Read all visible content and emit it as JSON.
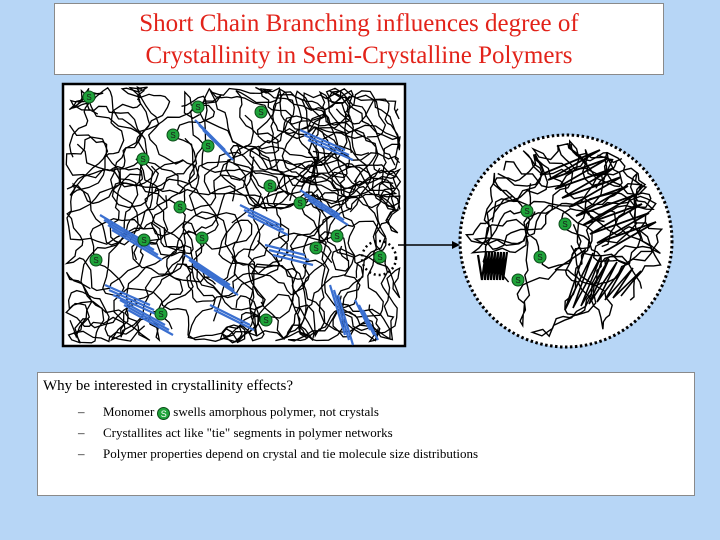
{
  "title": {
    "line1": "Short Chain Branching influences degree of",
    "line2": "Crystallinity in Semi-Crystalline Polymers"
  },
  "diagram": {
    "monomer_symbol": "S",
    "monomer_color": "#1fa33a",
    "crystal_lamella_color": "#3a6fd0",
    "chain_color": "#000000",
    "background_color": "#b7d6f6"
  },
  "textbox": {
    "question": "Why be interested in crystallinity effects?",
    "bullet_marker": "–",
    "bullet1_before": "Monomer",
    "bullet1_after": "swells amorphous polymer, not crystals",
    "bullet2": "Crystallites act like \"tie\" segments in polymer networks",
    "bullet3": "Polymer properties depend on crystal and tie molecule size distributions"
  }
}
